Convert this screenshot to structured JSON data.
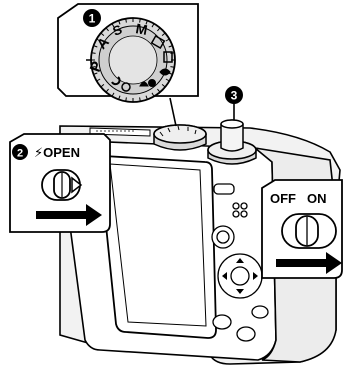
{
  "callouts": [
    {
      "number": "1"
    },
    {
      "number": "2",
      "label": "⚡OPEN"
    },
    {
      "number": "3"
    }
  ],
  "mode_dial": {
    "letters": [
      "P",
      "A",
      "S",
      "M"
    ]
  },
  "power_switch": {
    "off_label": "OFF",
    "on_label": "ON"
  },
  "colors": {
    "ink": "#000000",
    "paper": "#ffffff",
    "dial_gray": "#d9d9d9",
    "body_gray": "#f2f2f2"
  },
  "icons": [
    "flash-icon",
    "arrow-right-icon",
    "mode-dial",
    "shutter-button",
    "power-switch",
    "four-way-pad"
  ]
}
